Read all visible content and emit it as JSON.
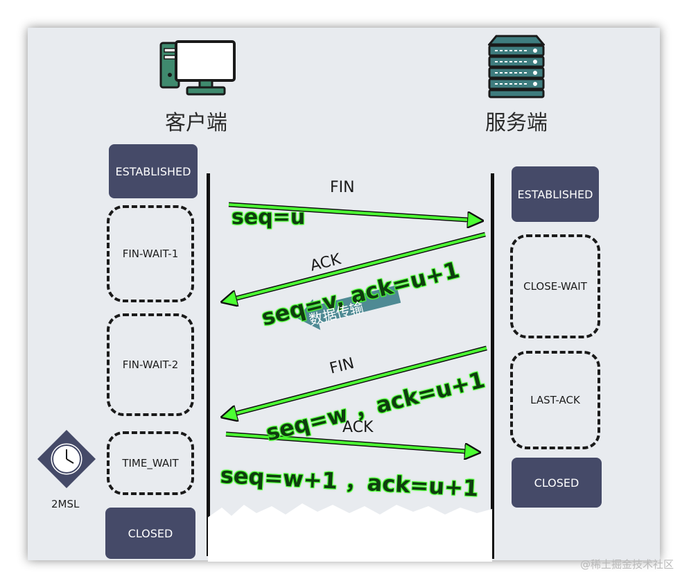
{
  "client": {
    "title": "客户端",
    "icon": "desktop-computer-icon"
  },
  "server": {
    "title": "服务端",
    "icon": "server-rack-icon"
  },
  "client_states": [
    "ESTABLISHED",
    "FIN-WAIT-1",
    "FIN-WAIT-2",
    "TIME_WAIT",
    "CLOSED"
  ],
  "server_states": [
    "ESTABLISHED",
    "CLOSE-WAIT",
    "LAST-ACK",
    "CLOSED"
  ],
  "messages": [
    {
      "label": "FIN",
      "seq": "seq=u"
    },
    {
      "label": "ACK",
      "seq": "seq=v, ack=u+1"
    },
    {
      "label": "FIN",
      "seq": "seq=w ，ack=u+1"
    },
    {
      "label": "ACK",
      "seq": "seq=w+1 ，ack=u+1"
    }
  ],
  "data_transfer": "数据传输",
  "timer": {
    "label": "2MSL",
    "icon": "clock-icon"
  },
  "watermark": "@稀土掘金技术社区",
  "colors": {
    "arrow": "#4cff33",
    "state_fill": "#454a68",
    "data_arrow": "#4f8a94",
    "background": "#e8ebef"
  }
}
